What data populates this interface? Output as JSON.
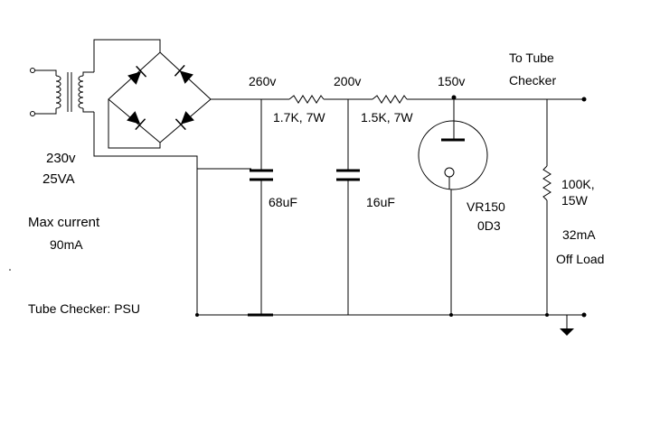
{
  "diagram": {
    "title": "Tube Checker: PSU",
    "transformer": {
      "voltage": "230v",
      "rating": "25VA"
    },
    "max_current": {
      "label": "Max current",
      "value": "90mA"
    },
    "nodes": {
      "n1": "260v",
      "n2": "200v",
      "n3": "150v"
    },
    "resistors": {
      "r1": "1.7K, 7W",
      "r2": "1.5K, 7W",
      "r3_value": "100K,",
      "r3_power": "15W"
    },
    "capacitors": {
      "c1": "68uF",
      "c2": "16uF"
    },
    "regulator": {
      "part": "VR150",
      "alt": "0D3"
    },
    "output": {
      "line1": "To Tube",
      "line2": "Checker"
    },
    "load": {
      "current": "32mA",
      "condition": "Off Load"
    }
  }
}
